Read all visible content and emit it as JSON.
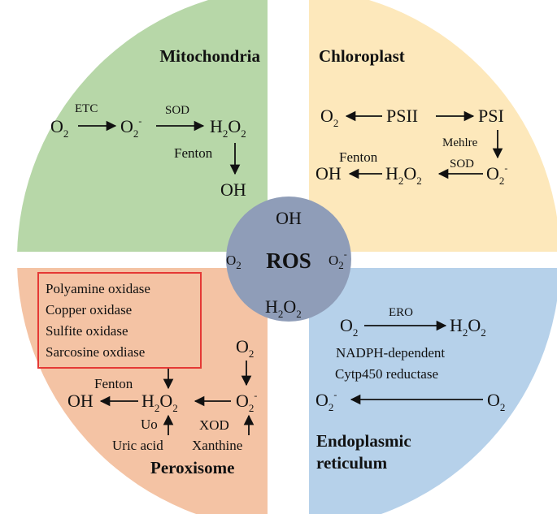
{
  "colors": {
    "mitochondria": "#b7d7a8",
    "chloroplast": "#fde8bb",
    "peroxisome": "#f4c3a4",
    "er": "#b6d1ea",
    "ros_circle": "#8f9db8",
    "enzyme_box": "#e53935"
  },
  "center": {
    "title": "ROS",
    "species_top": "OH",
    "species_left": "O",
    "species_left_sub": "2",
    "species_right": "O",
    "species_right_sub": "2",
    "species_right_sup": "-",
    "species_bottom": "H",
    "species_bottom_sub": "2",
    "species_bottom_tail": "O",
    "species_bottom_sub2": "2"
  },
  "mitochondria": {
    "title": "Mitochondria",
    "etc_label": "ETC",
    "sod_label": "SOD",
    "fenton_label": "Fenton",
    "oh": "OH"
  },
  "chloroplast": {
    "title": "Chloroplast",
    "psii": "PSII",
    "psi": "PSI",
    "mehlre": "Mehlre",
    "sod_label": "SOD",
    "fenton_label": "Fenton",
    "oh": "OH"
  },
  "peroxisome": {
    "title": "Peroxisome",
    "enzymes": [
      "Polyamine oxidase",
      "Copper oxidase",
      "Sulfite oxidase",
      "Sarcosine oxdiase"
    ],
    "fenton_label": "Fenton",
    "oh": "OH",
    "uo_label": "Uo",
    "xod_label": "XOD",
    "uric_acid": "Uric acid",
    "xanthine": "Xanthine"
  },
  "er": {
    "title_line1": "Endoplasmic",
    "title_line2": "reticulum",
    "ero_label": "ERO",
    "nadph_line1": "NADPH-dependent",
    "nadph_line2": "Cytp450 reductase"
  }
}
